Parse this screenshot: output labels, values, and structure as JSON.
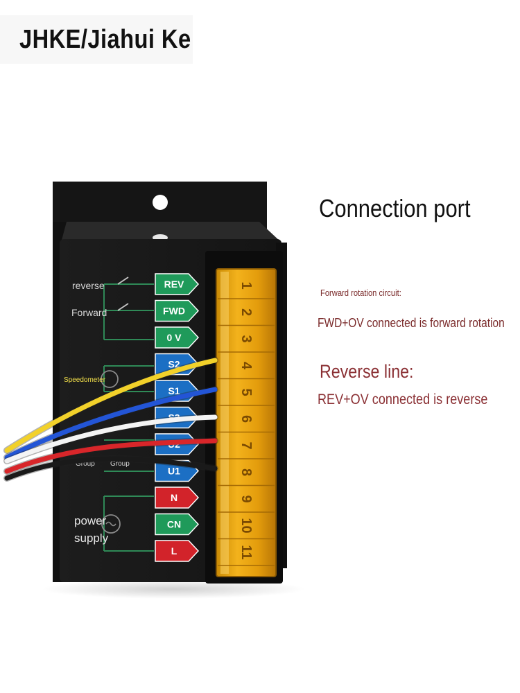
{
  "brand": {
    "name": "JHKE/Jiahui Ke"
  },
  "panel": {
    "left_labels": {
      "reverse": "reverse",
      "forward": "Forward",
      "speedometer": "Speedometer",
      "group_a": "Group",
      "group_b": "Group",
      "power_line1": "power",
      "power_line2": "supply"
    },
    "terminals": [
      {
        "label": "REV",
        "color": "#1f9a5a"
      },
      {
        "label": "FWD",
        "color": "#1f9a5a"
      },
      {
        "label": "0 V",
        "color": "#1f9a5a"
      },
      {
        "label": "S2",
        "color": "#1c6fc4"
      },
      {
        "label": "S1",
        "color": "#1c6fc4"
      },
      {
        "label": "S3",
        "color": "#1c6fc4"
      },
      {
        "label": "U2",
        "color": "#1c6fc4"
      },
      {
        "label": "U1",
        "color": "#1c6fc4"
      },
      {
        "label": "N",
        "color": "#d2232a"
      },
      {
        "label": "CN",
        "color": "#1f9a5a"
      },
      {
        "label": "L",
        "color": "#d2232a"
      }
    ],
    "strip_numbers": [
      "1",
      "2",
      "3",
      "4",
      "5",
      "6",
      "7",
      "8",
      "9",
      "10",
      "11"
    ],
    "wire_colors": [
      "#f2d12a",
      "#2355d6",
      "#f4f4f4",
      "#d8262a",
      "#1a1a1a"
    ]
  },
  "annotations": {
    "title": "Connection port",
    "forward_heading": "Forward rotation circuit:",
    "forward_desc": "FWD+OV connected is forward rotation",
    "reverse_heading": "Reverse line:",
    "reverse_desc": "REV+OV connected is reverse"
  }
}
